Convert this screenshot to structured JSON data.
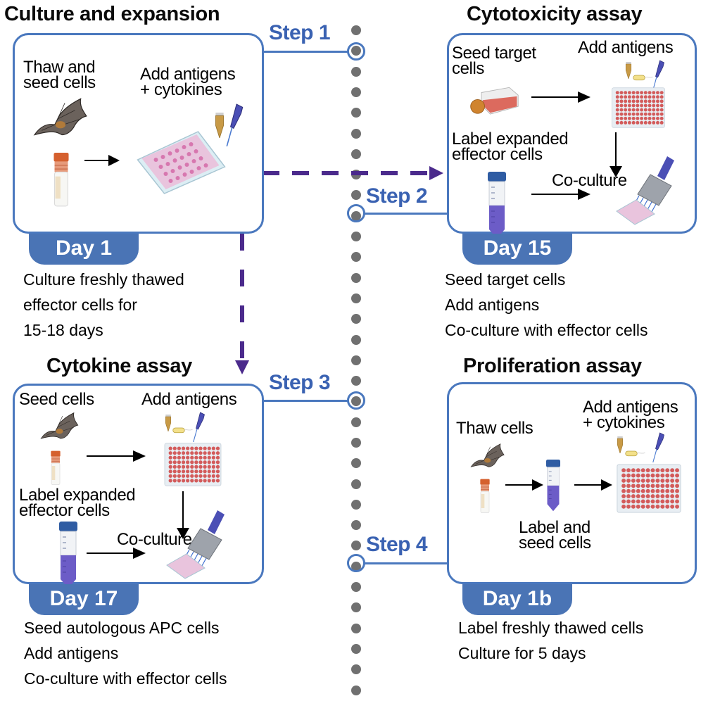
{
  "colors": {
    "panel_border": "#4a78be",
    "step_text": "#3a62b2",
    "day_badge": "#4a74b5",
    "timeline_dot": "#707070",
    "dashed_arrow": "#4b2a8c"
  },
  "timeline": {
    "steps": [
      {
        "label": "Step 1"
      },
      {
        "label": "Step 2"
      },
      {
        "label": "Step 3"
      },
      {
        "label": "Step 4"
      }
    ]
  },
  "panels": {
    "culture": {
      "title": "Culture and expansion",
      "labels": {
        "thaw": "Thaw and\nseed cells",
        "add": "Add antigens\n+ cytokines"
      },
      "icons": [
        "bat-icon",
        "cryovial-icon",
        "arrow-right-icon",
        "well-plate-icon",
        "microtube-icon",
        "pipette-icon"
      ],
      "day": "Day 1",
      "description": [
        "Culture freshly thawed",
        "effector cells for",
        "15-18 days"
      ]
    },
    "cytotoxicity": {
      "title": "Cytotoxicity assay",
      "labels": {
        "seed": "Seed target\ncells",
        "add": "Add antigens",
        "label": "Label expanded\neffector cells",
        "coculture": "Co-culture"
      },
      "icons": [
        "culture-flask-icon",
        "arrow-right-icon",
        "well-plate-icon",
        "microtube-icon",
        "capsule-icon",
        "pipette-icon",
        "falcon-tube-icon",
        "arrow-down-icon",
        "multichannel-pipette-icon"
      ],
      "day": "Day 15",
      "description": [
        "Seed target cells",
        "Add antigens",
        "Co-culture with effector cells"
      ]
    },
    "cytokine": {
      "title": "Cytokine assay",
      "labels": {
        "seed": "Seed cells",
        "add": "Add antigens",
        "label": "Label expanded\neffector cells",
        "coculture": "Co-culture"
      },
      "icons": [
        "bat-icon",
        "cryovial-icon",
        "arrow-right-icon",
        "well-plate-icon",
        "microtube-icon",
        "capsule-icon",
        "pipette-icon",
        "falcon-tube-icon",
        "arrow-down-icon",
        "multichannel-pipette-icon"
      ],
      "day": "Day 17",
      "description": [
        "Seed autologous APC cells",
        "Add antigens",
        "Co-culture with effector cells"
      ]
    },
    "proliferation": {
      "title": "Proliferation assay",
      "labels": {
        "thaw": "Thaw cells",
        "add": "Add antigens\n+ cytokines",
        "label": "Label and\nseed cells"
      },
      "icons": [
        "bat-icon",
        "cryovial-icon",
        "arrow-right-icon",
        "falcon-tube-icon",
        "arrow-right-icon",
        "well-plate-icon",
        "microtube-icon",
        "capsule-icon",
        "pipette-icon"
      ],
      "day": "Day 1b",
      "description": [
        "Label freshly thawed cells",
        "Culture for 5 days"
      ]
    }
  }
}
